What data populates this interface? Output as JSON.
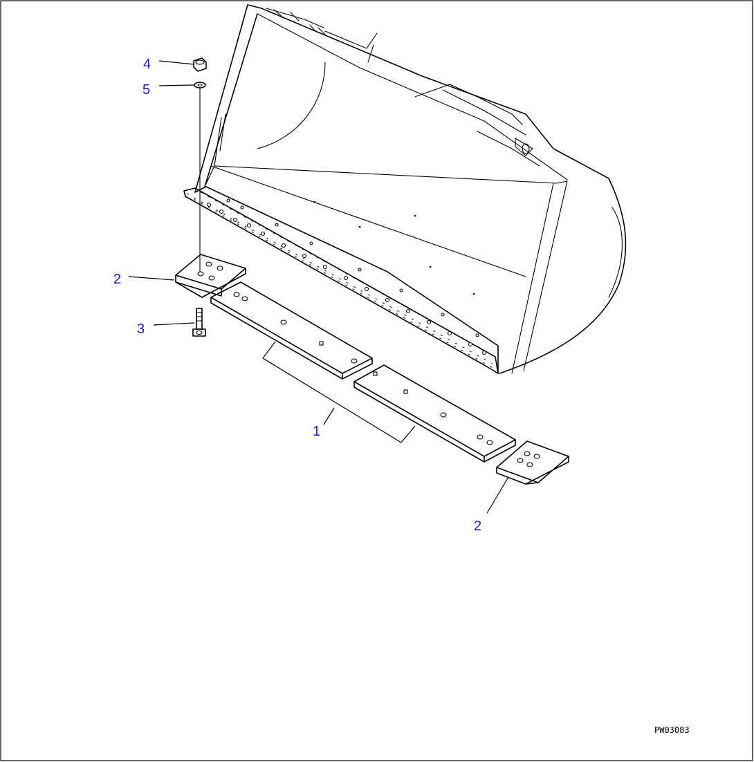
{
  "diagram": {
    "callouts": [
      {
        "label": "4"
      },
      {
        "label": "5"
      },
      {
        "label": "2"
      },
      {
        "label": "3"
      },
      {
        "label": "1"
      },
      {
        "label": "2"
      }
    ],
    "drawing_code": "PW03083"
  }
}
